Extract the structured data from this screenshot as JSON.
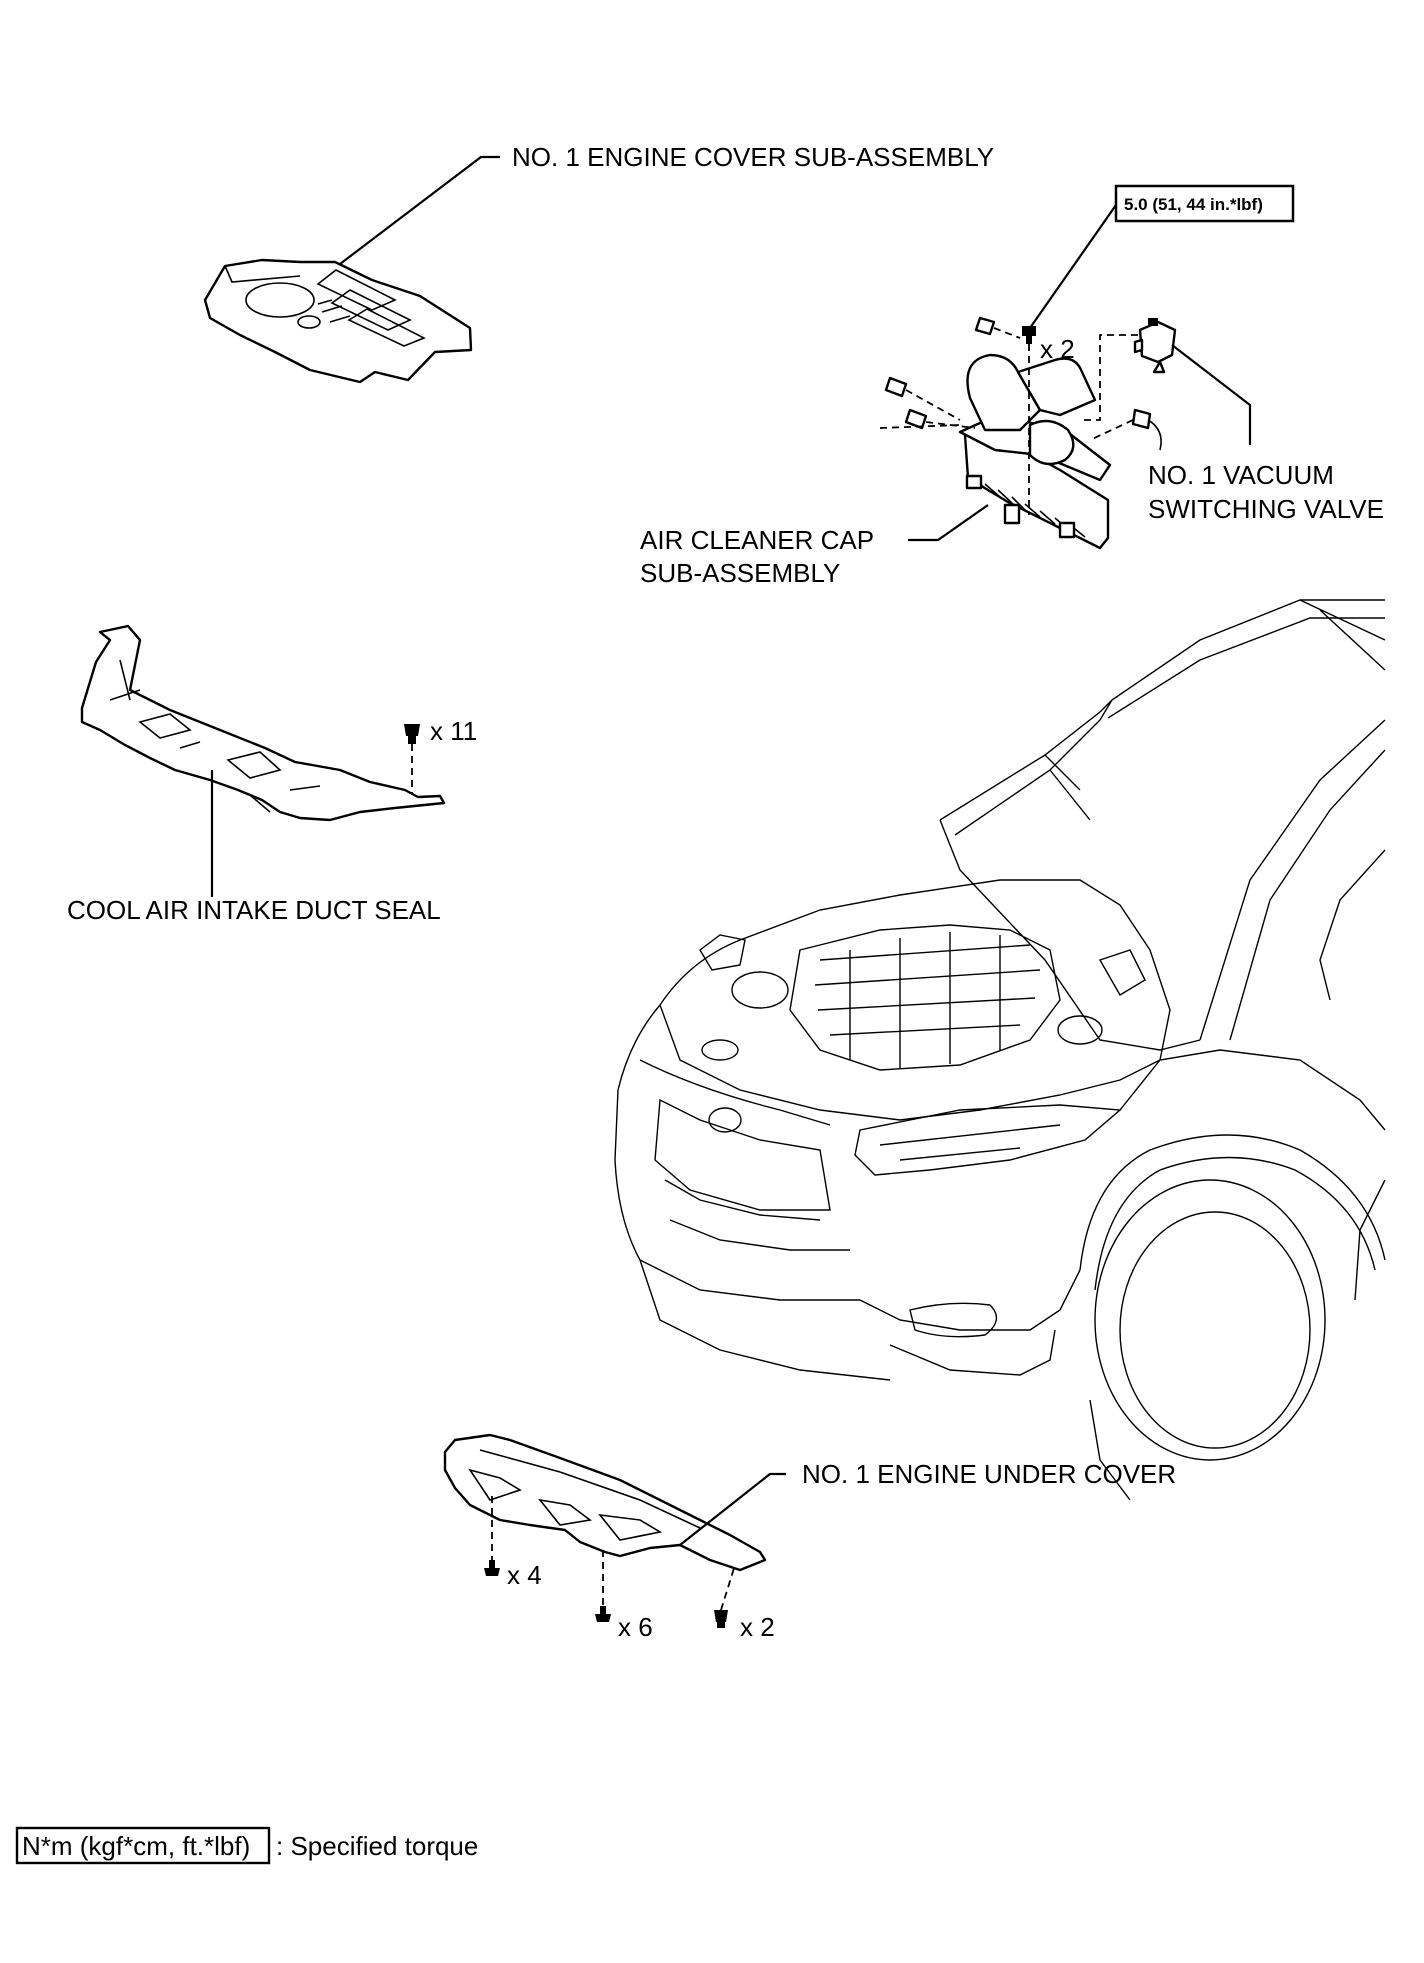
{
  "labels": {
    "engine_cover": "NO. 1 ENGINE COVER SUB-ASSEMBLY",
    "torque_spec": "5.0 (51, 44 in.*lbf)",
    "air_cleaner_line1": "AIR CLEANER CAP",
    "air_cleaner_line2": "SUB-ASSEMBLY",
    "vacuum_valve_line1": "NO. 1 VACUUM",
    "vacuum_valve_line2": "SWITCHING VALVE",
    "duct_seal": "COOL AIR INTAKE DUCT SEAL",
    "under_cover": "NO. 1 ENGINE UNDER COVER"
  },
  "quantities": {
    "air_cleaner_bolts": "x 2",
    "duct_seal_clips": "x 11",
    "under_cover_bolts_a": "x 4",
    "under_cover_bolts_b": "x 6",
    "under_cover_screws": "x 2"
  },
  "legend": {
    "unit_box": "N*m (kgf*cm, ft.*lbf)",
    "description": ": Specified torque"
  }
}
